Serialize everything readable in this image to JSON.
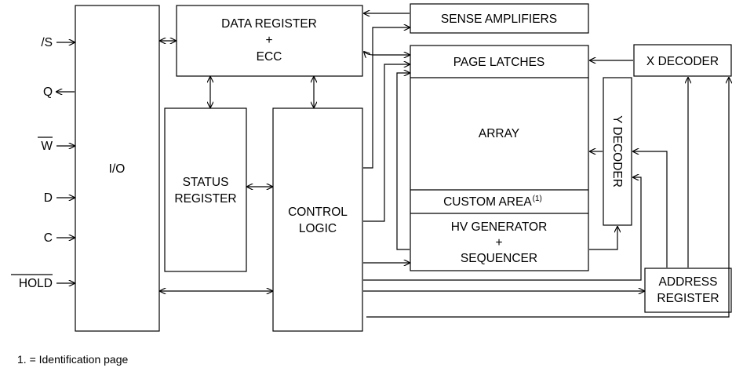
{
  "signals": {
    "s": "/S",
    "q": "Q",
    "w": "W",
    "d": "D",
    "c": "C",
    "hold": "HOLD"
  },
  "blocks": {
    "io": "I/O",
    "data_register_line1": "DATA REGISTER",
    "data_register_line2": "+",
    "data_register_line3": "ECC",
    "status_register_line1": "STATUS",
    "status_register_line2": "REGISTER",
    "control_logic_line1": "CONTROL",
    "control_logic_line2": "LOGIC",
    "sense_amplifiers": "SENSE AMPLIFIERS",
    "page_latches": "PAGE LATCHES",
    "array": "ARRAY",
    "custom_area": "CUSTOM AREA",
    "custom_area_note": "(1)",
    "hv_generator_line1": "HV GENERATOR",
    "hv_generator_line2": "+",
    "hv_generator_line3": "SEQUENCER",
    "x_decoder": "X DECODER",
    "y_decoder": "Y DECODER",
    "address_register_line1": "ADDRESS",
    "address_register_line2": "REGISTER"
  },
  "footnote": "1. = Identification page"
}
